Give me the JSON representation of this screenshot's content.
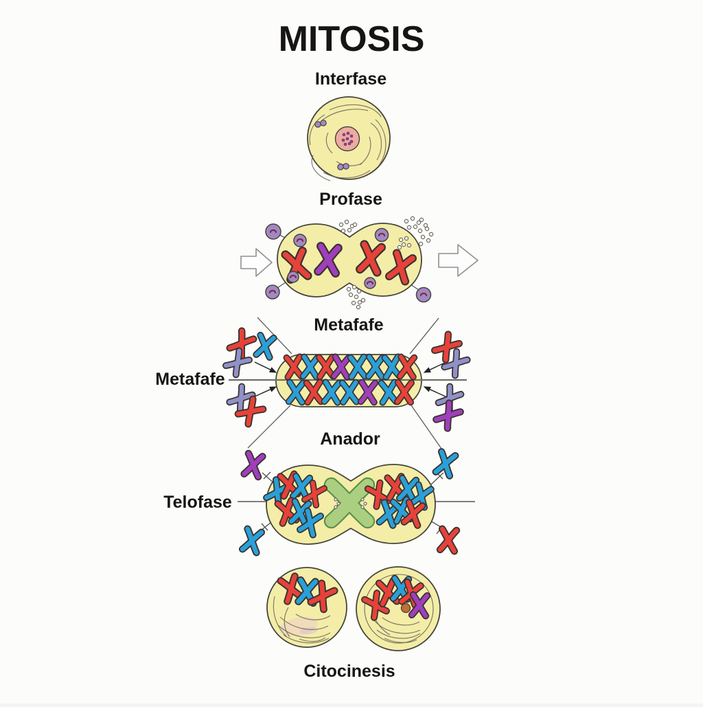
{
  "title": "MITOSIS",
  "stages": {
    "interfase": "Interfase",
    "profase": "Profase",
    "metafase_top": "Metafafe",
    "metafase_left": "Metafafe",
    "anafase": "Anador",
    "telofase": "Telofase",
    "citocinesis": "Citocinesis"
  },
  "colors": {
    "background": "#fcfcfa",
    "text": "#171513",
    "cell_fill": "#f3eda8",
    "cell_outline": "#45443c",
    "nucleus_fill": "#edaba3",
    "chromosome_red": "#e6423a",
    "chromosome_blue": "#2aa0d8",
    "chromosome_purple": "#a03fbc",
    "chromosome_lavender": "#9091c8",
    "chromosome_outline": "#3a3330",
    "green_x_fill": "#abcf80",
    "green_x_outline": "#5c8f4a",
    "centrosome_fill": "#a288c4",
    "swirl": "#6a6558",
    "dot_outline": "#6b675e",
    "accent_dot_orange": "#bc703c"
  }
}
